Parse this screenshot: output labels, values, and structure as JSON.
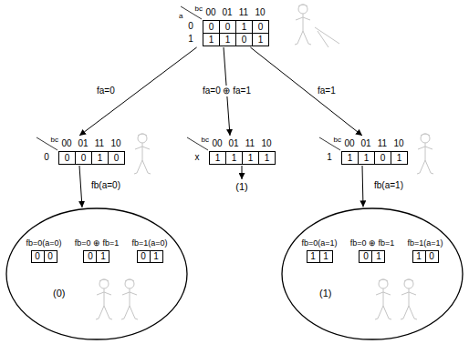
{
  "diagram": {
    "nodes": [
      {
        "text": [
          "a",
          "bc",
          "00",
          "01",
          "11",
          "10",
          "0",
          "0",
          "0",
          "1",
          "0",
          "1",
          "1",
          "1",
          "0",
          "1"
        ]
      },
      {
        "text": [
          "bc",
          "00",
          "01",
          "11",
          "10",
          "0",
          "0",
          "0",
          "1",
          "0"
        ]
      },
      {
        "text": [
          "bc",
          "00",
          "01",
          "11",
          "10",
          "x",
          "1",
          "1",
          "1",
          "1"
        ]
      },
      {
        "text": [
          "bc",
          "00",
          "01",
          "11",
          "10",
          "1",
          "1",
          "1",
          "0",
          "1"
        ]
      },
      {
        "text": [
          "(0)"
        ]
      },
      {
        "text": [
          "fb=0(a=0)",
          "0",
          "0"
        ],
        "in": 4
      },
      {
        "text": [
          "fb=0 ⊕ fb=1",
          "0",
          "1"
        ],
        "in": 4
      },
      {
        "text": [
          "fb=1(a=0)",
          "0",
          "1"
        ],
        "in": 4
      },
      {
        "text": [
          "(1)"
        ]
      },
      {
        "text": [
          "fb=0(a=1)",
          "1",
          "1"
        ],
        "in": 8
      },
      {
        "text": [
          "fb=0 ⊕ fb=1",
          "0",
          "1"
        ],
        "in": 8
      },
      {
        "text": [
          "fb=1(a=1)",
          "1",
          "0"
        ],
        "in": 8
      }
    ],
    "edges": [
      {
        "from": 0,
        "to": 1,
        "label": "fa=0",
        "arrow": "to"
      },
      {
        "from": 0,
        "to": 2,
        "label": "fa=0 ⊕ fa=1",
        "arrow": "to"
      },
      {
        "from": 0,
        "to": 3,
        "label": "fa=1",
        "arrow": "to"
      },
      {
        "from": 1,
        "to": 4,
        "label": "fb(a=0)",
        "arrow": "to"
      },
      {
        "from": 3,
        "to": 8,
        "label": "fb(a=1)",
        "arrow": "to"
      }
    ],
    "labels": [
      "(1)"
    ]
  }
}
